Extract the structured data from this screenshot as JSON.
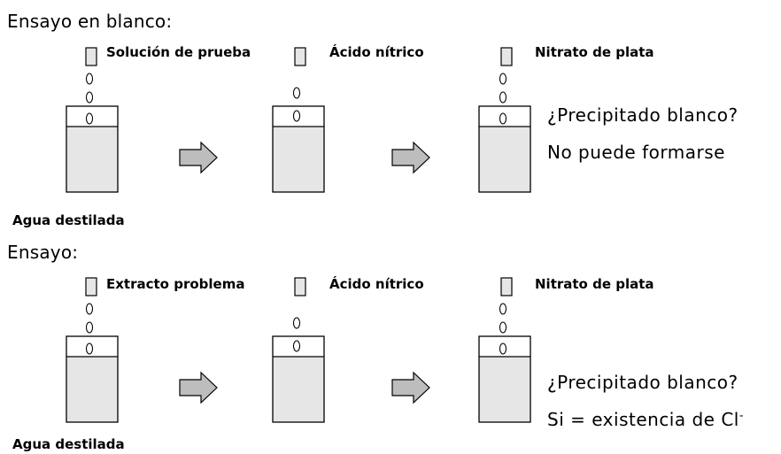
{
  "blank_test": {
    "title": "Ensayo en blanco:",
    "reagents": [
      "Solución de prueba",
      "Ácido nítrico",
      "Nitrato de plata"
    ],
    "result_question": "¿Precipitado blanco?",
    "result_answer": "No puede formarse",
    "water_label": "Agua destilada"
  },
  "test": {
    "title": "Ensayo:",
    "reagents": [
      "Extracto problema",
      "Ácido nítrico",
      "Nitrato de plata"
    ],
    "result_question": "¿Precipitado blanco?",
    "result_answer": "Si = existencia de Cl",
    "result_superscript": "-",
    "water_label": "Agua destilada"
  },
  "colors": {
    "liquid": "#e6e6e6",
    "arrow": "#bdbdbd",
    "stroke": "#000000"
  }
}
